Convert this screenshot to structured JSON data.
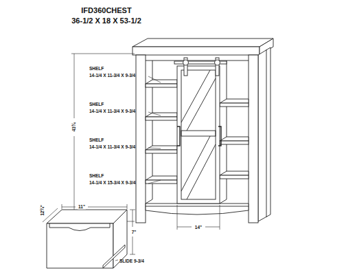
{
  "diagram": {
    "title": "IFD360CHEST",
    "labels": [
      "36-1/2 X 18 X 53-1/2",
      "SHELF",
      "14-1/4 X 11-3/4 X 9-3/4",
      "SHELF",
      "14-1/4 X 11-3/4 X 9-3/4",
      "SHELF",
      "14-1/4 X 11-3/4 X 9-3/4",
      "SHELF",
      "14-1/4 X 15-3/4 X 9-3/4",
      "43¾",
      "11\"",
      "12¾\"",
      "7\"",
      "14\"",
      "SLIDE 9-3/4"
    ]
  }
}
